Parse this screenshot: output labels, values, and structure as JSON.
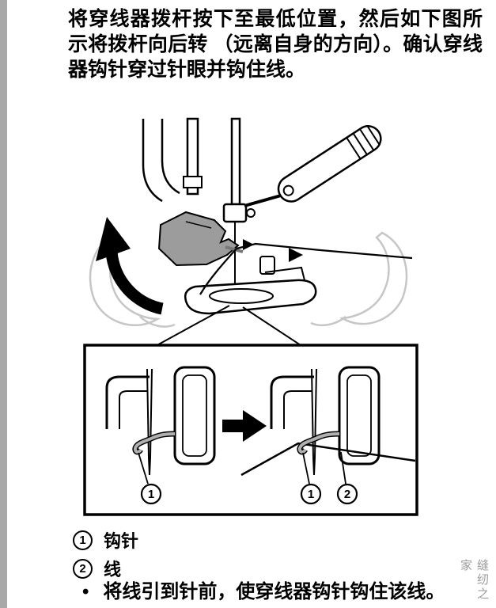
{
  "colors": {
    "page_bg": "#ffffff",
    "left_bar": "#a8a8a8",
    "line_black": "#000000",
    "metal_gray": "#9c9c9c",
    "hand_outline": "#c6c6c6",
    "watermark_gray": "#9b9b9b"
  },
  "instructions": {
    "main_text": "将穿线器拨杆按下至最低位置，然后如下图所示将拨杆向后转 （远离自身的方向）。确认穿线器钩针穿过针眼并钩住线。",
    "bullet_symbol": "•",
    "bullet_text": "将线引到针前，使穿线器钩针钩住该线。"
  },
  "callouts": [
    {
      "digit": "1",
      "label": "钩针"
    },
    {
      "digit": "2",
      "label": "线"
    }
  ],
  "watermark": "缝纫之家"
}
